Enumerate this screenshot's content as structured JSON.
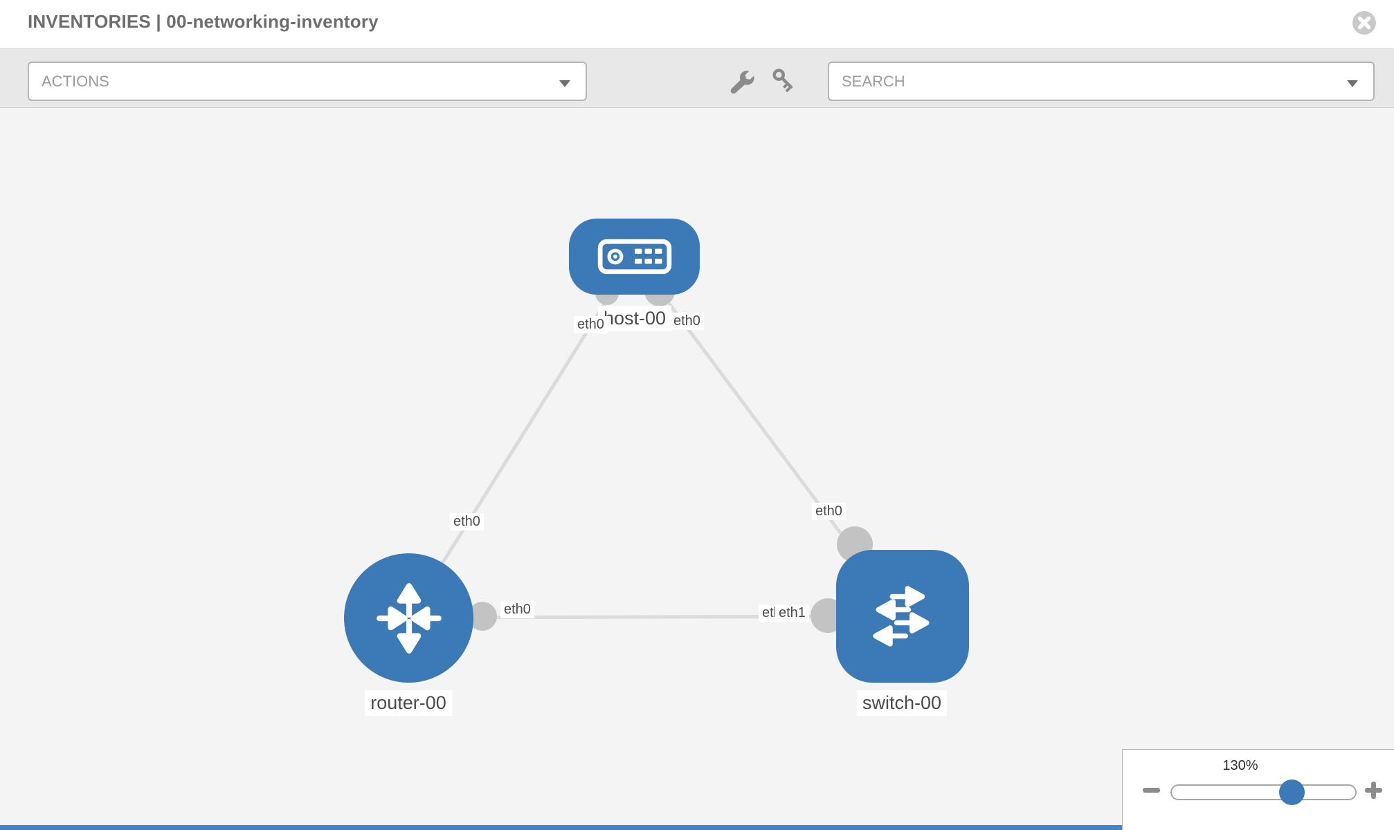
{
  "header": {
    "title": "INVENTORIES | 00-networking-inventory"
  },
  "toolbar": {
    "actions_label": "ACTIONS",
    "search_label": "SEARCH"
  },
  "icons": {
    "close": "circle-x-icon",
    "wrench": "wrench-icon",
    "key": "key-icon",
    "caret": "caret-down-icon",
    "minus": "minus-icon",
    "plus": "plus-icon"
  },
  "diagram": {
    "nodes": [
      {
        "id": "host-00",
        "label": "host-00",
        "type": "host",
        "shape": "rounded-rect"
      },
      {
        "id": "router-00",
        "label": "router-00",
        "type": "router",
        "shape": "circle"
      },
      {
        "id": "switch-00",
        "label": "switch-00",
        "type": "switch",
        "shape": "rounded-square"
      }
    ],
    "links": [
      {
        "from": "host-00",
        "from_iface": "eth0",
        "to": "router-00",
        "to_iface": "eth0"
      },
      {
        "from": "host-00",
        "from_iface": "eth0",
        "to": "switch-00",
        "to_iface": "eth0"
      },
      {
        "from": "router-00",
        "from_iface": "eth0",
        "to": "switch-00",
        "to_iface": "eth1"
      }
    ]
  },
  "zoom_control": {
    "value": "130%"
  },
  "colors": {
    "node_blue": "#3c79b7",
    "link_gray": "#dbdbdb",
    "endpoint_gray": "#c3c3c3",
    "accent_bar": "#4183c4"
  }
}
